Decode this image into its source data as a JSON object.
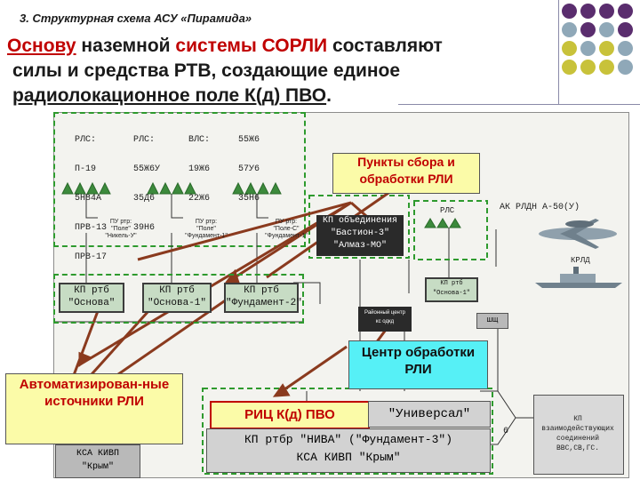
{
  "header": {
    "title": "3. Структурная схема АСУ «Пирамида»",
    "headline_line1_parts": [
      "Основу",
      " наземной ",
      "системы СОРЛИ",
      " составляют"
    ],
    "headline_line2": "силы и средства РТВ, создающие единое",
    "headline_line3_parts": [
      "радиолокационное поле К(д) ПВО",
      "."
    ]
  },
  "decoration_colors": [
    "#5a2d6e",
    "#5a2d6e",
    "#5a2d6e",
    "#5a2d6e",
    "#8fa8b8",
    "#5a2d6e",
    "#8fa8b8",
    "#5a2d6e",
    "#c8c23a",
    "#8fa8b8",
    "#c8c23a",
    "#8fa8b8",
    "#c8c23a",
    "#c8c23a",
    "#c8c23a",
    "#8fa8b8"
  ],
  "radar_columns": [
    {
      "header": "РЛС:",
      "items": [
        "П-19",
        "5Н84А",
        "ПРВ-13",
        "ПРВ-17"
      ]
    },
    {
      "header": "РЛС:",
      "items": [
        "55Ж6У",
        "35Д6",
        "39Н6"
      ]
    },
    {
      "header": "ВЛС:",
      "items": [
        "19Ж6",
        "22Ж6"
      ]
    },
    {
      "header": "55Ж6",
      "items": [
        "57У6",
        "35Н6"
      ]
    }
  ],
  "pu_labels": [
    "ПУ ртр:\n\"Поле\"\n\"Никель-У\"",
    "ПУ ртр:\n\"Поле\"\n\"Фундамент-1\"",
    "ПУ ртр:\n\"Поле-С\"\n\"Фундамент-1\""
  ],
  "kp_rtb": [
    {
      "line1": "КП ртб",
      "line2": "\"Основа\""
    },
    {
      "line1": "КП ртб",
      "line2": "\"Основа-1\""
    },
    {
      "line1": "КП ртб",
      "line2": "\"Фундамент-2\""
    }
  ],
  "kp_association": {
    "line1": "КП объединения",
    "line2": "\"Бастион-3\"",
    "line3": "\"Алмаз-МО\""
  },
  "rls_label": "РЛС",
  "kp_small": {
    "line1": "КП ртб",
    "line2": "\"Основа-1\""
  },
  "regional_center": {
    "line1": "Районный центр",
    "line2": "кс одкд"
  },
  "ac_rldn": "АК РЛДН А-50(У)",
  "krld": "КРЛД",
  "kp_right_top": "ШЩ",
  "callouts": {
    "collection": "Пункты сбора и обработки РЛИ",
    "center": "Центр обработки РЛИ",
    "automated": "Автоматизирован-ные источники РЛИ",
    "ric": "РИЦ К(д) ПВО"
  },
  "universal": "\"Универсал\"",
  "kp_rtbr": {
    "line1": "КП ртбр \"НИВА\" (\"Фундамент-3\")",
    "line2": "КСА КИВП \"Крым\""
  },
  "ksa_left": {
    "line1": "КСА КИВП",
    "line2": "\"Крым\""
  },
  "six_label": "6",
  "kp_interaction": {
    "line1": "КП",
    "line2": "взаимодействующих",
    "line3": "соединений",
    "line4": "ВВС,СВ,ГС."
  }
}
